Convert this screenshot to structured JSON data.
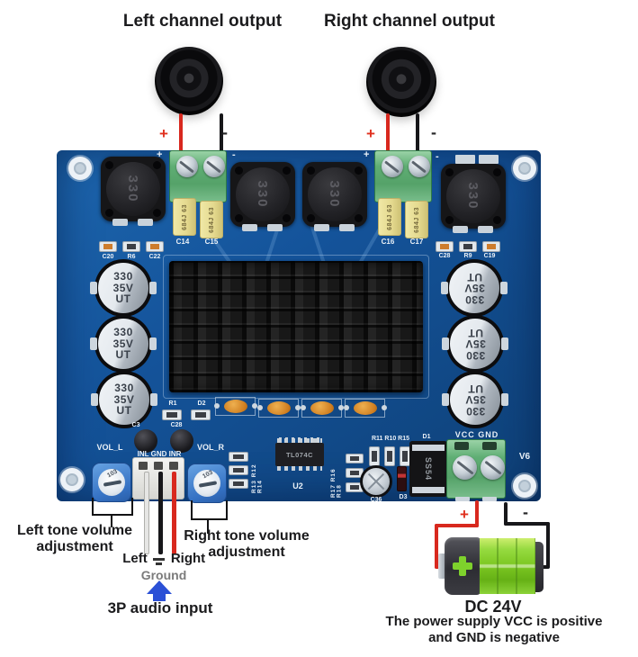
{
  "colors": {
    "pcb_blue": "#14539a",
    "accent_red": "#e0301e",
    "battery_green": "#7cc822",
    "arrow_blue": "#2b50d6",
    "terminal_green": "#5fae74"
  },
  "top_labels": {
    "left": "Left channel output",
    "right": "Right channel output"
  },
  "polarity": {
    "plus": "+",
    "minus": "-"
  },
  "board": {
    "markings": {
      "inductor": "330",
      "film_cap": "684J 63",
      "ecap_l1": "330",
      "ecap_l2": "35V",
      "ecap_l3": "UT",
      "pot": "103",
      "ic": "TL074C",
      "diode": "SS54"
    },
    "silk": {
      "c20": "C20",
      "r6": "R6",
      "c22": "C22",
      "c14": "C14",
      "c15": "C15",
      "c16": "C16",
      "c17": "C17",
      "c28": "C28",
      "r9": "R9",
      "c19": "C19",
      "r1": "R1",
      "d2": "D2",
      "c3": "C3",
      "c28b": "C28",
      "u2": "U2",
      "c36": "C36",
      "d3": "D3",
      "d1": "D1",
      "r11_r10_r15": "R11 R10 R15",
      "r17_r16_r18": "R17 R16 R18",
      "r13_r12_r14": "R13 R12 R14",
      "vol_l": "VOL_L",
      "vol_r": "VOL_R",
      "inl_gnd_inr": "INL GND INR",
      "vcc_gnd": "VCC GND",
      "v6": "V6"
    }
  },
  "annotations": {
    "left_tone_line1": "Left tone volume",
    "left_tone_line2": "adjustment",
    "right_tone_line1": "Right tone volume",
    "right_tone_line2": "adjustment",
    "wire_left": "Left",
    "wire_right": "Right",
    "wire_ground": "Ground",
    "audio_input": "3P audio input"
  },
  "battery": {
    "voltage": "DC 24V",
    "note_line1": "The power supply VCC is positive",
    "note_line2": "and GND is negative"
  }
}
